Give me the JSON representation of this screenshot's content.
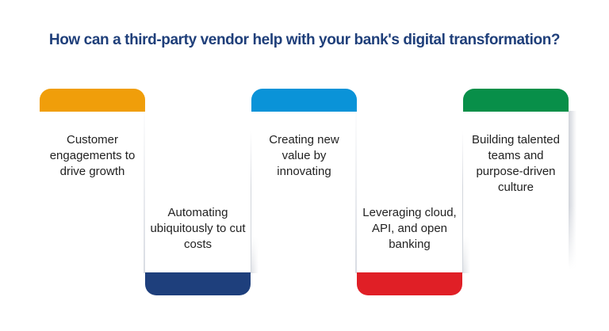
{
  "title": "How can a third-party vendor help with your bank's digital transformation?",
  "cards": [
    {
      "text": "Customer engagements to drive growth",
      "color": "#f09e0a",
      "position": "top"
    },
    {
      "text": "Automating ubiquitously to cut costs",
      "color": "#1e3f7c",
      "position": "bottom"
    },
    {
      "text": "Creating new value by innovating",
      "color": "#0a93d8",
      "position": "top"
    },
    {
      "text": "Leveraging cloud, API, and open banking",
      "color": "#e01f26",
      "position": "bottom"
    },
    {
      "text": "Building talented teams and purpose-driven culture",
      "color": "#088f49",
      "position": "top"
    }
  ]
}
